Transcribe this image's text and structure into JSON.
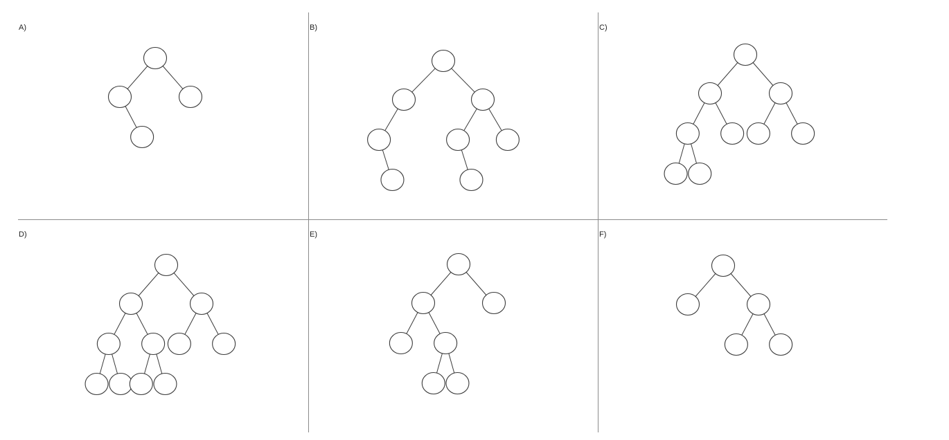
{
  "panels": [
    {
      "label": "A)",
      "tree": {
        "children": [
          {
            "children": [
              null,
              {}
            ]
          },
          {}
        ]
      }
    },
    {
      "label": "B)",
      "tree": {
        "children": [
          {
            "children": [
              {
                "children": [
                  null,
                  {}
                ]
              },
              null
            ]
          },
          {
            "children": [
              {
                "children": [
                  null,
                  {}
                ]
              },
              {}
            ]
          }
        ]
      }
    },
    {
      "label": "C)",
      "tree": {
        "children": [
          {
            "children": [
              {
                "children": [
                  {},
                  {}
                ]
              },
              {}
            ]
          },
          {
            "children": [
              {},
              {}
            ]
          }
        ]
      }
    },
    {
      "label": "D)",
      "tree": {
        "children": [
          {
            "children": [
              {
                "children": [
                  {},
                  {}
                ]
              },
              {
                "children": [
                  {},
                  {}
                ]
              }
            ]
          },
          {
            "children": [
              {},
              {}
            ]
          }
        ]
      }
    },
    {
      "label": "E)",
      "tree": {
        "children": [
          {
            "children": [
              {},
              {
                "children": [
                  {},
                  {}
                ]
              }
            ]
          },
          {}
        ]
      }
    },
    {
      "label": "F)",
      "tree": {
        "children": [
          {},
          {
            "children": [
              {},
              {}
            ]
          }
        ]
      }
    }
  ]
}
